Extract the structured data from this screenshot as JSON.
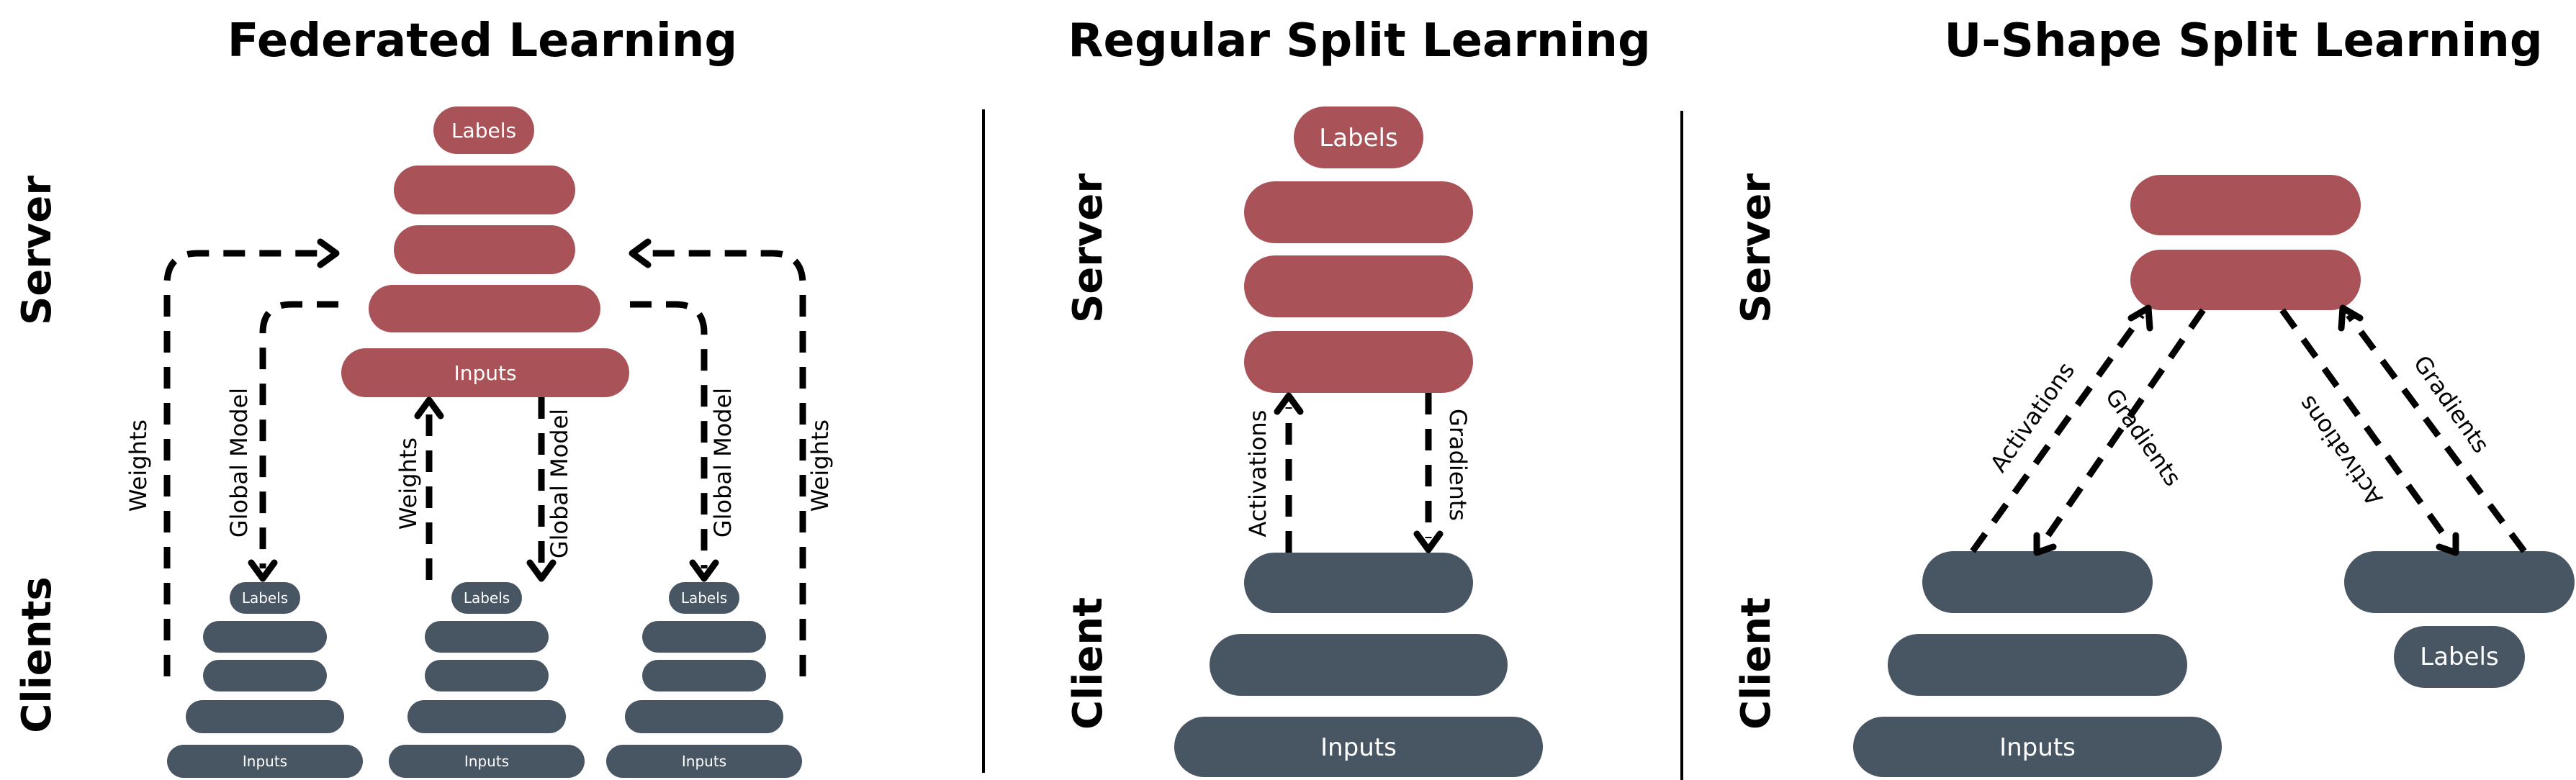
{
  "panels": {
    "federated": {
      "title": "Federated Learning",
      "server_label": "Server",
      "clients_label": "Clients",
      "labels_layer": "Labels",
      "inputs_layer": "Inputs",
      "client_labels_layer": "Labels",
      "client_inputs_layer": "Inputs",
      "arrows": {
        "weights": "Weights",
        "global_model": "Global Model"
      }
    },
    "regular": {
      "title": "Regular Split Learning",
      "server_label": "Server",
      "client_label": "Client",
      "labels_layer": "Labels",
      "inputs_layer": "Inputs",
      "arrows": {
        "activations": "Activations",
        "gradients": "Gradients"
      }
    },
    "ushape": {
      "title": "U-Shape Split Learning",
      "server_label": "Server",
      "client_label": "Client",
      "inputs_layer": "Inputs",
      "labels_layer": "Labels",
      "arrows": {
        "activations": "Activations",
        "gradients": "Gradients"
      }
    }
  },
  "colors": {
    "server": "#a95358",
    "client": "#485562",
    "arrow": "#000000"
  }
}
